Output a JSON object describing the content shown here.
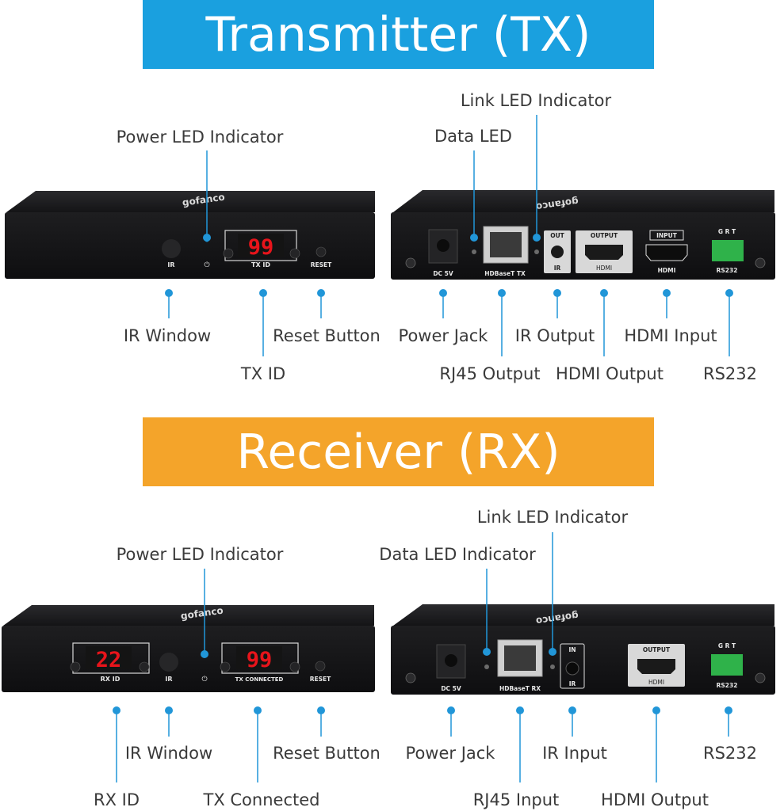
{
  "transmitter": {
    "title": "Transmitter (TX)",
    "front_panel": {
      "brand": "gofanco",
      "display_value": "99",
      "labels": {
        "ir": "IR",
        "tx_id": "TX ID",
        "reset": "RESET",
        "power_glyph": "⏻"
      }
    },
    "rear_panel": {
      "labels": {
        "dc": "DC 5V",
        "hdbt": "HDBaseT TX",
        "out": "OUT",
        "ir": "IR",
        "output": "OUTPUT",
        "hdmi1": "HDMI",
        "input": "INPUT",
        "hdmi2": "HDMI",
        "grt": "G R T",
        "rs232": "RS232"
      }
    },
    "callouts": {
      "power_led": "Power LED Indicator",
      "link_led": "Link LED Indicator",
      "data_led": "Data LED",
      "ir_window": "IR Window",
      "reset_button": "Reset Button",
      "tx_id": "TX ID",
      "power_jack": "Power Jack",
      "ir_output": "IR Output",
      "hdmi_input": "HDMI Input",
      "rj45_output": "RJ45 Output",
      "hdmi_output": "HDMI Output",
      "rs232": "RS232"
    }
  },
  "receiver": {
    "title": "Receiver (RX)",
    "front_panel": {
      "brand": "gofanco",
      "rx_display_value": "22",
      "tx_display_value": "99",
      "labels": {
        "rx_id": "RX ID",
        "ir": "IR",
        "tx_connected": "TX CONNECTED",
        "reset": "RESET",
        "power_glyph": "⏻"
      }
    },
    "rear_panel": {
      "labels": {
        "dc": "DC 5V",
        "hdbt": "HDBaseT RX",
        "in": "IN",
        "ir": "IR",
        "output": "OUTPUT",
        "hdmi": "HDMI",
        "grt": "G R T",
        "rs232": "RS232"
      }
    },
    "callouts": {
      "power_led": "Power LED Indicator",
      "link_led": "Link LED Indicator",
      "data_led": "Data LED Indicator",
      "ir_window": "IR Window",
      "reset_button": "Reset Button",
      "rx_id": "RX ID",
      "tx_connected": "TX Connected",
      "power_jack": "Power Jack",
      "ir_input": "IR Input",
      "rs232": "RS232",
      "rj45_input": "RJ45 Input",
      "hdmi_output": "HDMI Output"
    }
  },
  "colors": {
    "tx_banner": "#1aa0df",
    "rx_banner": "#f4a42a",
    "callout_line": "#2196d8",
    "led_red": "#e8141b",
    "device_body": "#1c1c1e",
    "rs232_green": "#2fb24a"
  }
}
